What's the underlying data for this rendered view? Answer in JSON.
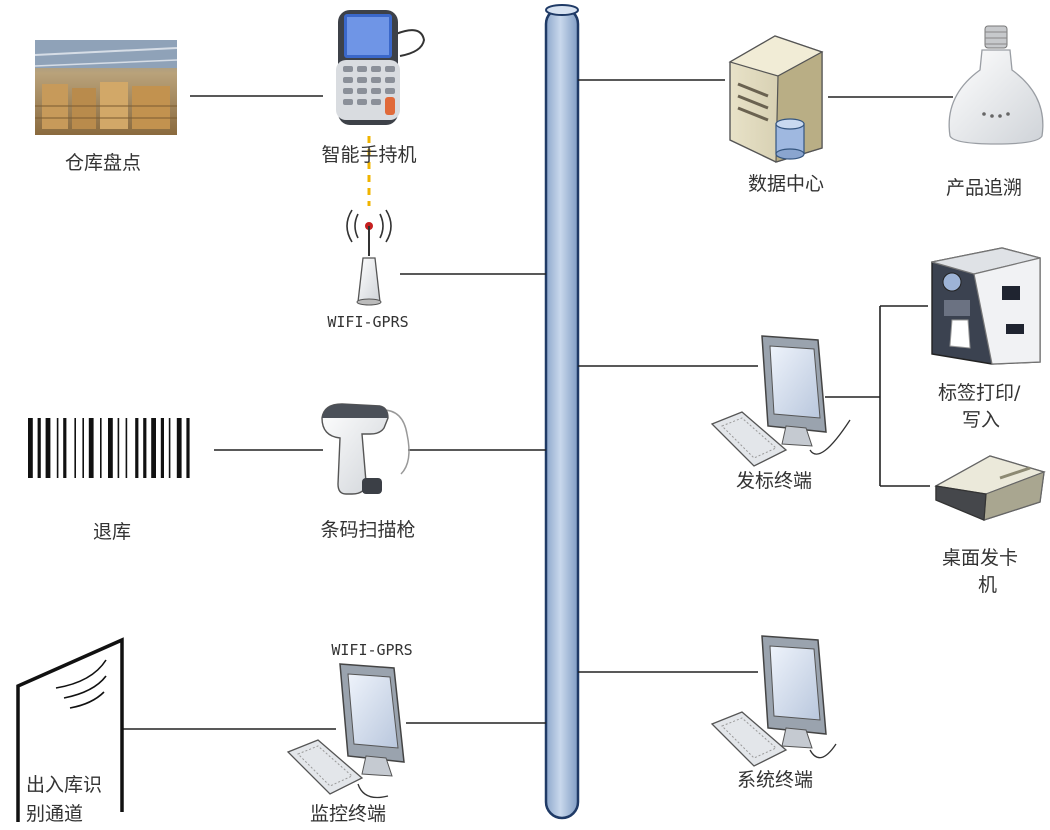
{
  "labels": {
    "warehouse_inventory": "仓库盘点",
    "handheld": "智能手持机",
    "wifi_gprs_top": "WIFI-GPRS",
    "barcode_return": "退库",
    "scanner": "条码扫描枪",
    "gate_line1": "出入库识",
    "gate_line2": "别通道",
    "wifi_gprs_bottom": "WIFI-GPRS",
    "monitor_terminal": "监控终端",
    "data_center": "数据中心",
    "product_trace": "产品追溯",
    "label_print_line1": "标签打印/",
    "label_print_line2": "写入",
    "issuing_terminal": "发标终端",
    "desktop_card_line1": "桌面发卡",
    "desktop_card_line2": "机",
    "system_terminal": "系统终端"
  },
  "colors": {
    "bus_fill": "#b8cbe3",
    "bus_stroke": "#1f3a66",
    "line": "#222222",
    "dashed_link": "#f0b400"
  }
}
